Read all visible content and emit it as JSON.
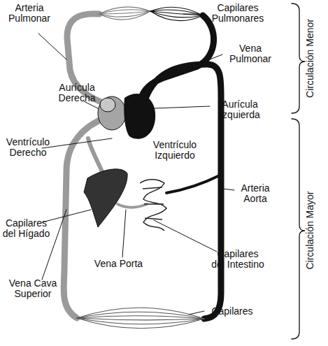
{
  "diagram": {
    "labels": [
      "Arteria Pulmonar",
      "Capilares Pulmonares",
      "Vena Pulmonar",
      "Aurícula Derecha",
      "Aurícula Izquierda",
      "Ventrículo Derecho",
      "Ventrículo Izquierdo",
      "Arteria Aorta",
      "Capilares del Hígado",
      "Vena Porta",
      "Capilares del Intestino",
      "Vena Cava Superior",
      "Capilares",
      "Circulación Menor",
      "Circulación Mayor"
    ]
  }
}
